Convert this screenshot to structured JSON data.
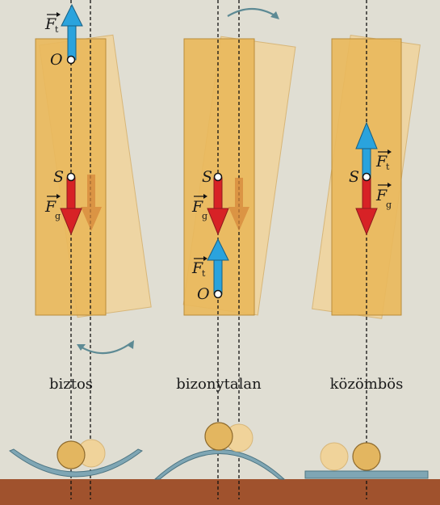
{
  "colors": {
    "background": "#e0ded3",
    "board": "#e9b85c",
    "board_edge": "#b98c3a",
    "ghost_board": "#f0d39a",
    "gravity_arrow": "#d72226",
    "tension_arrow": "#2aa3dd",
    "ghost_arrow": "#d6873b",
    "ground": "#a0522d",
    "surface": "#7fa6b4",
    "ball": "#e3b660",
    "rotation_arrow": "#5d8a94"
  },
  "labels": {
    "tension": "F",
    "tension_sub": "t",
    "gravity": "F",
    "gravity_sub": "g",
    "pivot": "O",
    "center": "S"
  },
  "panels": [
    {
      "caption": "biztos"
    },
    {
      "caption": "bizonytalan"
    },
    {
      "caption": "közömbös"
    }
  ]
}
